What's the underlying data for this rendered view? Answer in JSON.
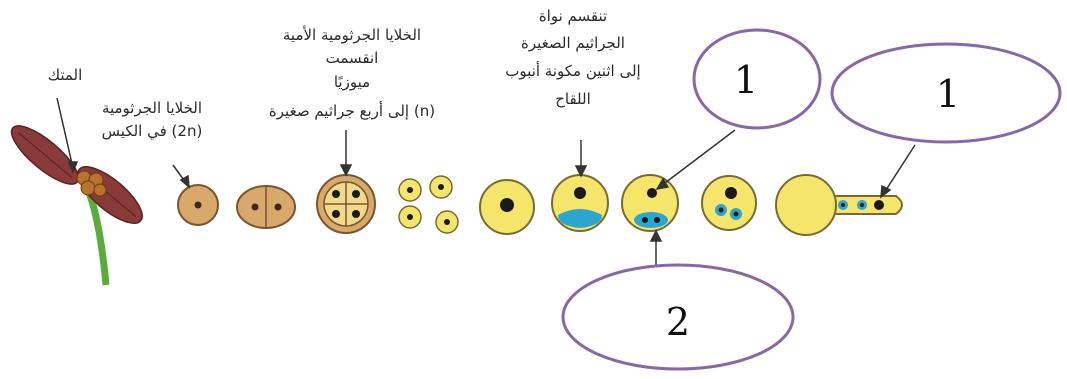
{
  "labels": {
    "anther": "المتك",
    "sac_cells": [
      "الخلايا الجرثومية",
      "(2n) في الكيس"
    ],
    "meiosis": [
      "الخلايا الجرثومية الأمية",
      "انقسمت",
      "ميوزيًا",
      "(n) إلى أربع جراثيم صغيرة"
    ],
    "nucleus_division": [
      "تنقسم نواة",
      "الجراثيم الصغيرة",
      "إلى اثنين مكونة أنبوب",
      "اللقاح"
    ]
  },
  "callouts": {
    "top_left": "1",
    "top_right": "1",
    "bottom": "2"
  },
  "colors": {
    "callout_outline": "#8a66a8",
    "anther": "#8b3a3a",
    "filament": "#5aad3b",
    "sac_cell": "#d7a96a",
    "pollen": "#f5e66b",
    "nucleus": "#1a1a1a",
    "tube_nucleus": "#2aa6d0"
  }
}
